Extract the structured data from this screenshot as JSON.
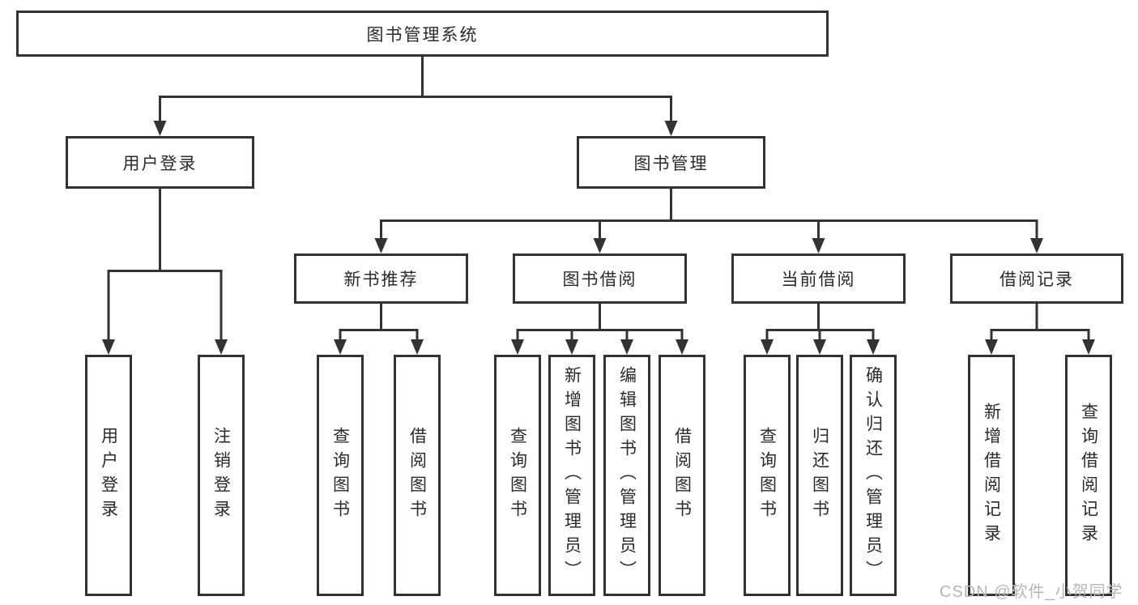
{
  "colors": {
    "line": "#333333",
    "text": "#2b2b2b",
    "background": "#ffffff",
    "watermark": "#b6b6ba"
  },
  "watermark": {
    "text": "CSDN @软件_小贺同学"
  },
  "tree": {
    "root": {
      "label": "图书管理系统"
    },
    "branches": [
      {
        "label": "用户登录",
        "children": [
          {
            "label": "用户登录"
          },
          {
            "label": "注销登录"
          }
        ]
      },
      {
        "label": "图书管理",
        "children": [
          {
            "label": "新书推荐",
            "children": [
              {
                "label": "查询图书"
              },
              {
                "label": "借阅图书"
              }
            ]
          },
          {
            "label": "图书借阅",
            "children": [
              {
                "label": "查询图书"
              },
              {
                "label": "新增图书（管理员）"
              },
              {
                "label": "编辑图书（管理员）"
              },
              {
                "label": "借阅图书"
              }
            ]
          },
          {
            "label": "当前借阅",
            "children": [
              {
                "label": "查询图书"
              },
              {
                "label": "归还图书"
              },
              {
                "label": "确认归还（管理员）"
              }
            ]
          },
          {
            "label": "借阅记录",
            "children": [
              {
                "label": "新增借阅记录"
              },
              {
                "label": "查询借阅记录"
              }
            ]
          }
        ]
      }
    ]
  }
}
